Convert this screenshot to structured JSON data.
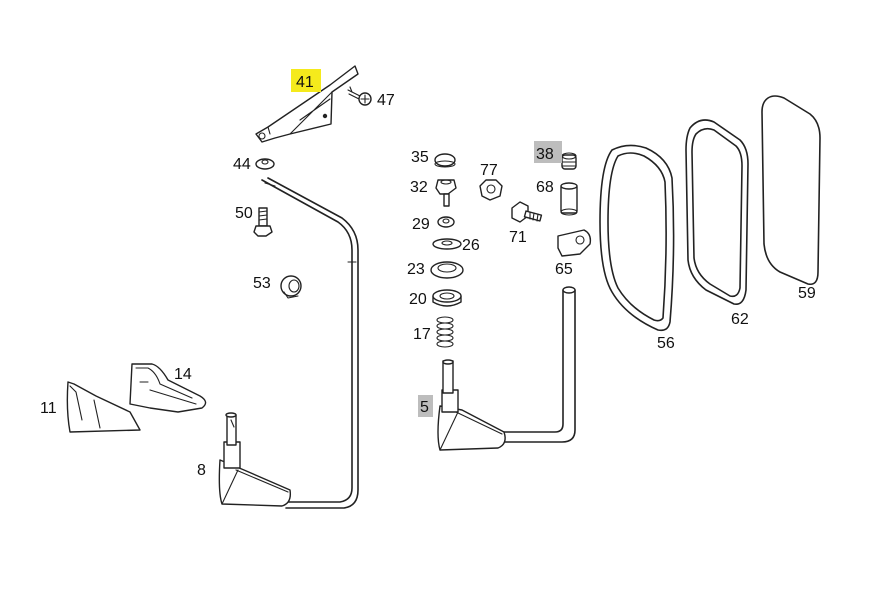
{
  "diagram": {
    "labels": {
      "p41": "41",
      "p47": "47",
      "p44": "44",
      "p50": "50",
      "p53": "53",
      "p14": "14",
      "p11": "11",
      "p8": "8",
      "p35": "35",
      "p32": "32",
      "p29": "29",
      "p26": "26",
      "p23": "23",
      "p20": "20",
      "p17": "17",
      "p5": "5",
      "p77": "77",
      "p38": "38",
      "p68": "68",
      "p71": "71",
      "p65": "65",
      "p56": "56",
      "p62": "62",
      "p59": "59"
    },
    "highlights": {
      "p41": "#f5ea1c",
      "p38": "#bdbdbd",
      "p5": "#bdbdbd"
    }
  }
}
